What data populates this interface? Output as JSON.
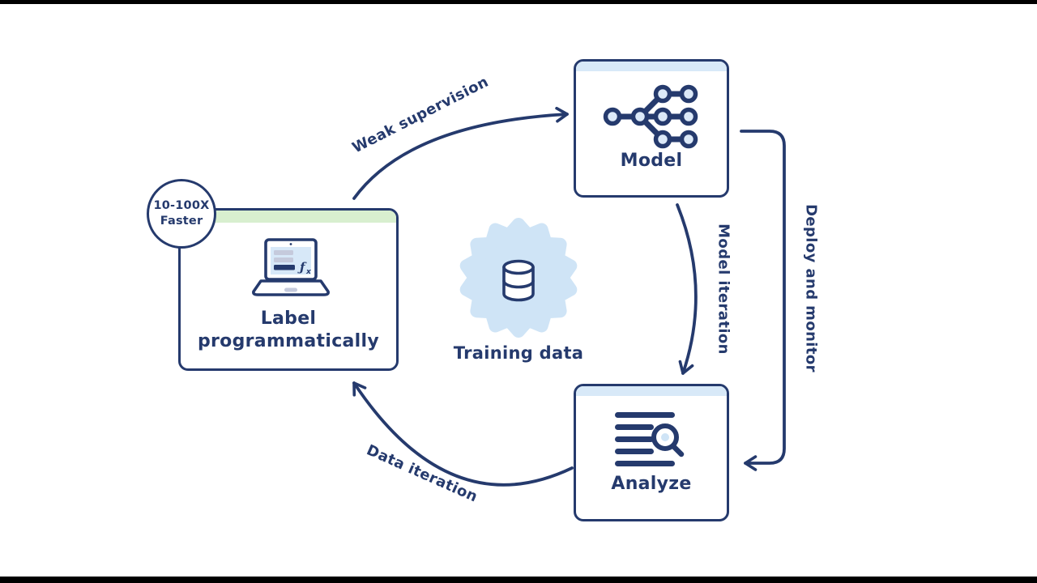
{
  "colors": {
    "navy": "#253a6d",
    "panel_blue": "#d8e9f8",
    "panel_green": "#d8efcf",
    "blob_blue": "#cfe4f6",
    "screen_blue": "#d7e8f8",
    "muted_gray": "#c5cadc",
    "background": "#ffffff",
    "letterbox": "#000000"
  },
  "badge": {
    "line1": "10-100X",
    "line2": "Faster"
  },
  "boxes": {
    "label": {
      "title_line1": "Label",
      "title_line2": "programmatically",
      "icon": "laptop-code-icon",
      "accent": "green"
    },
    "model": {
      "title": "Model",
      "icon": "network-nodes-icon",
      "accent": "blue"
    },
    "analyze": {
      "title": "Analyze",
      "icon": "report-magnifier-icon",
      "accent": "blue"
    }
  },
  "center": {
    "title": "Training data",
    "icon": "database-icon"
  },
  "arrows": [
    {
      "label": "Weak supervision"
    },
    {
      "label": "Model iteration"
    },
    {
      "label": "Deploy and monitor"
    },
    {
      "label": "Data iteration"
    }
  ]
}
